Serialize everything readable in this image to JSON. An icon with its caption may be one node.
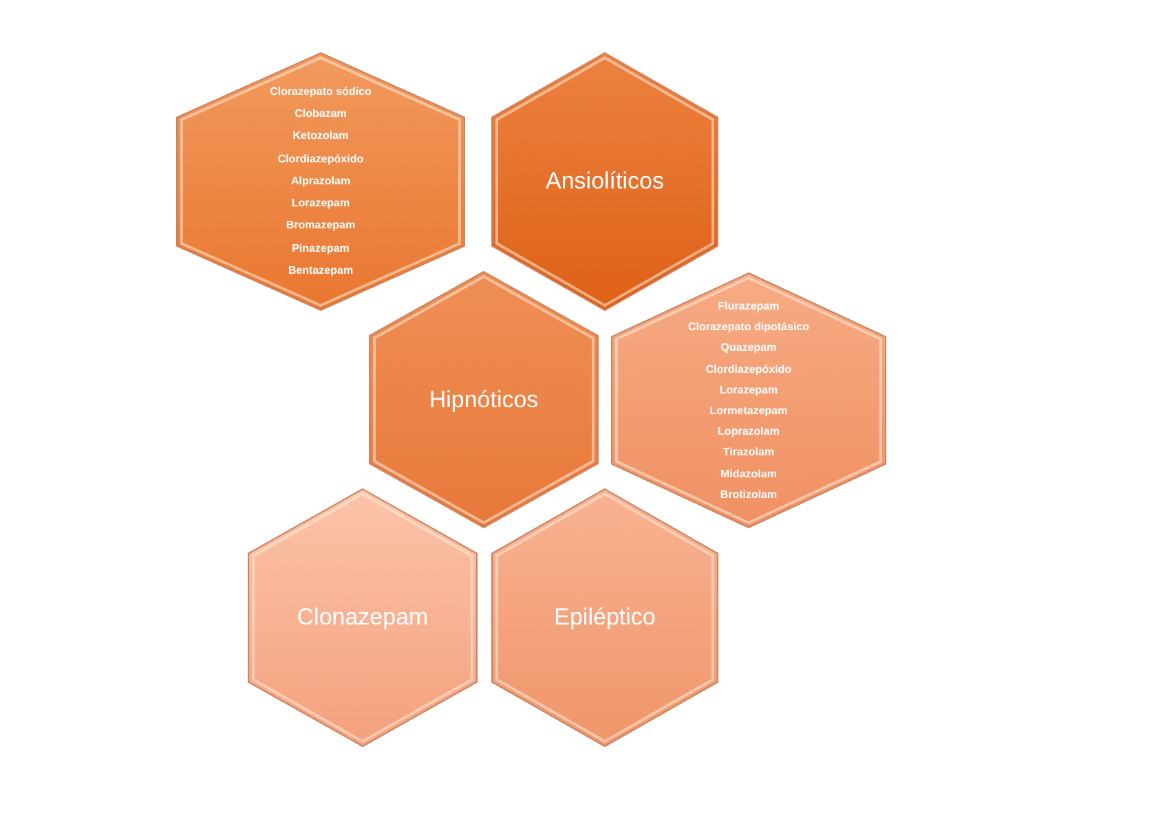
{
  "diagram": {
    "nodes": [
      {
        "text": [
          "Clorazepato sódico",
          "Clobazam",
          "Ketozolam",
          "Clordiazepóxido",
          "Alprazolam",
          "Lorazepam",
          "Bromazepam",
          "Pinazepam",
          "Bentazepam"
        ]
      },
      {
        "text": [
          "Ansiolíticos"
        ]
      },
      {
        "text": [
          "Hipnóticos"
        ]
      },
      {
        "text": [
          "Flurazepam",
          "Clorazepato dipotásico",
          "Quazepam",
          "Clordiazepóxido",
          "Lorazepam",
          "Lormetazepam",
          "Loprazolam",
          "Tirazolam",
          "Midazolam",
          "Brotizolam"
        ]
      },
      {
        "text": [
          "Clonazepam"
        ]
      },
      {
        "text": [
          "Epiléptico"
        ]
      }
    ]
  }
}
